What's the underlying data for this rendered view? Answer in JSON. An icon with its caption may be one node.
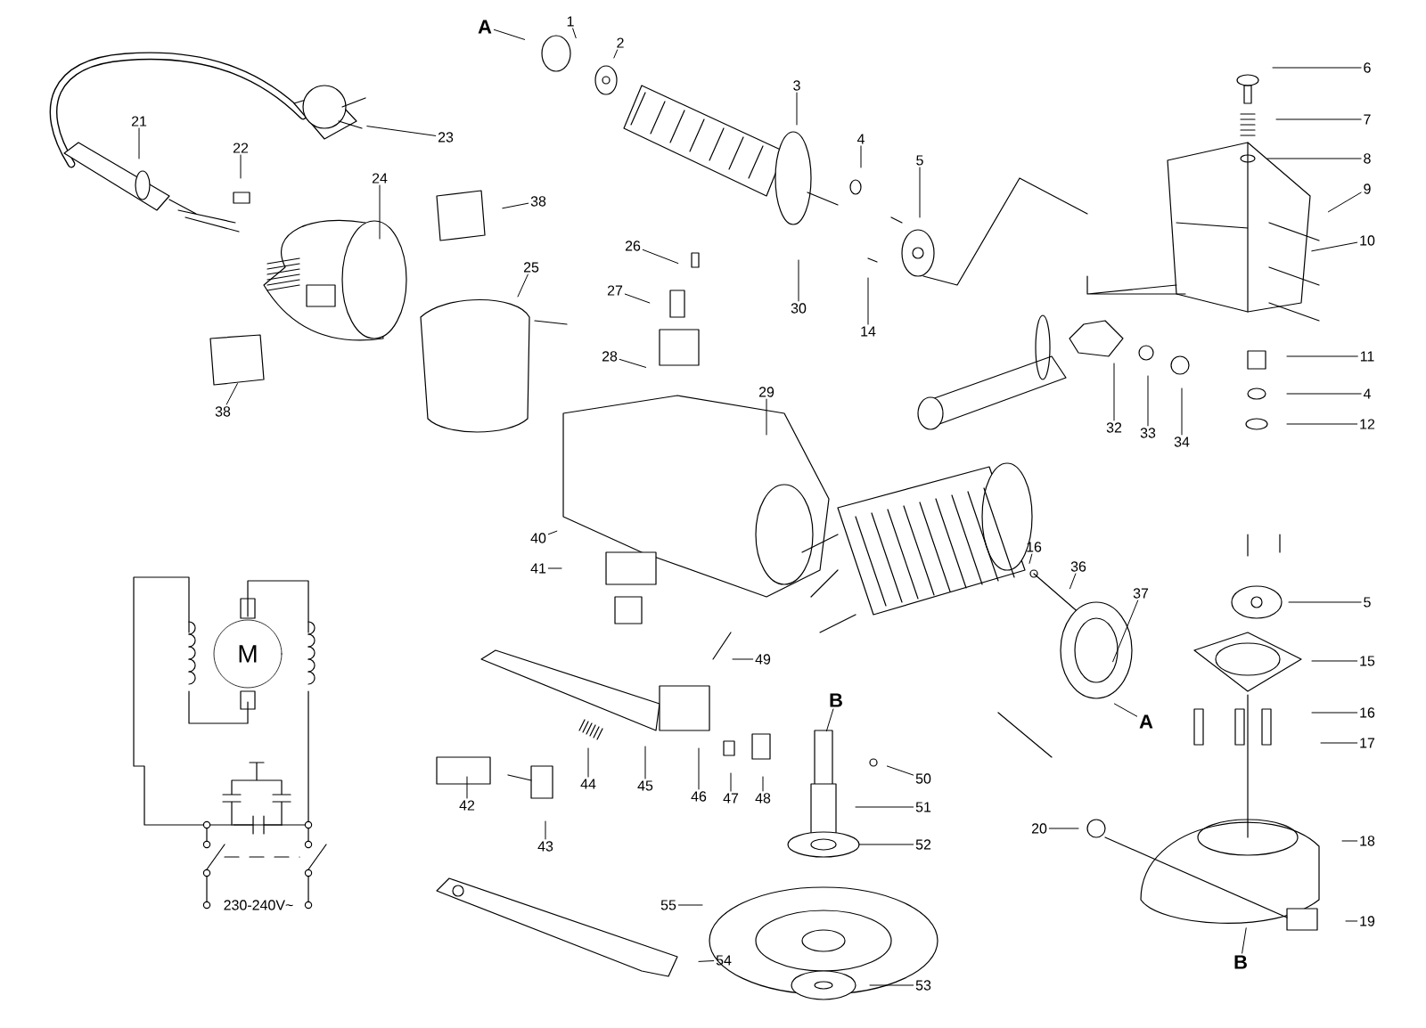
{
  "diagram": {
    "nodes": [
      {
        "text": [
          "M"
        ]
      },
      {
        "text": [
          "A"
        ]
      },
      {
        "text": [
          "1"
        ]
      },
      {
        "text": [
          "2"
        ]
      },
      {
        "text": [
          "3"
        ]
      },
      {
        "text": [
          "4"
        ]
      },
      {
        "text": [
          "5"
        ]
      },
      {
        "text": [
          "30"
        ]
      },
      {
        "text": [
          "14"
        ]
      },
      {
        "text": [
          "6"
        ]
      },
      {
        "text": [
          "7"
        ]
      },
      {
        "text": [
          "8"
        ]
      },
      {
        "text": [
          "9"
        ]
      },
      {
        "text": [
          "10"
        ]
      },
      {
        "text": [
          "11"
        ]
      },
      {
        "text": [
          "4"
        ]
      },
      {
        "text": [
          "12"
        ]
      },
      {
        "text": [
          "21"
        ]
      },
      {
        "text": [
          "22"
        ]
      },
      {
        "text": [
          "23"
        ]
      },
      {
        "text": [
          "24"
        ]
      },
      {
        "text": [
          "38"
        ]
      },
      {
        "text": [
          "25"
        ]
      },
      {
        "text": [
          "26"
        ]
      },
      {
        "text": [
          "27"
        ]
      },
      {
        "text": [
          "28"
        ]
      },
      {
        "text": [
          "38"
        ]
      },
      {
        "text": [
          "29"
        ]
      },
      {
        "text": [
          "32"
        ]
      },
      {
        "text": [
          "33"
        ]
      },
      {
        "text": [
          "34"
        ]
      },
      {
        "text": [
          "40"
        ]
      },
      {
        "text": [
          "41"
        ]
      },
      {
        "text": [
          "16"
        ]
      },
      {
        "text": [
          "36"
        ]
      },
      {
        "text": [
          "37"
        ]
      },
      {
        "text": [
          "5"
        ]
      },
      {
        "text": [
          "15"
        ]
      },
      {
        "text": [
          "16"
        ]
      },
      {
        "text": [
          "17"
        ]
      },
      {
        "text": [
          "49"
        ]
      },
      {
        "text": [
          "B"
        ]
      },
      {
        "text": [
          "50"
        ]
      },
      {
        "text": [
          "51"
        ]
      },
      {
        "text": [
          "A"
        ]
      },
      {
        "text": [
          "20"
        ]
      },
      {
        "text": [
          "18"
        ]
      },
      {
        "text": [
          "42"
        ]
      },
      {
        "text": [
          "44"
        ]
      },
      {
        "text": [
          "45"
        ]
      },
      {
        "text": [
          "46"
        ]
      },
      {
        "text": [
          "47"
        ]
      },
      {
        "text": [
          "48"
        ]
      },
      {
        "text": [
          "43"
        ]
      },
      {
        "text": [
          "52"
        ]
      },
      {
        "text": [
          "19"
        ]
      },
      {
        "text": [
          "55"
        ]
      },
      {
        "text": [
          "54"
        ]
      },
      {
        "text": [
          "B"
        ]
      },
      {
        "text": [
          "53"
        ]
      }
    ],
    "edges": [
      {
        "from": 1,
        "to": null,
        "arrow": "none"
      },
      {
        "from": 2,
        "to": null,
        "arrow": "none"
      },
      {
        "from": 3,
        "to": null,
        "arrow": "none"
      },
      {
        "from": 4,
        "to": null,
        "arrow": "none"
      },
      {
        "from": 5,
        "to": null,
        "arrow": "none"
      },
      {
        "from": 6,
        "to": null,
        "arrow": "none"
      },
      {
        "from": 7,
        "to": null,
        "arrow": "none"
      },
      {
        "from": 8,
        "to": null,
        "arrow": "none"
      },
      {
        "from": 9,
        "to": null,
        "arrow": "none"
      },
      {
        "from": 10,
        "to": null,
        "arrow": "none"
      },
      {
        "from": 11,
        "to": null,
        "arrow": "none"
      },
      {
        "from": 12,
        "to": null,
        "arrow": "none"
      },
      {
        "from": 13,
        "to": null,
        "arrow": "none"
      },
      {
        "from": 14,
        "to": null,
        "arrow": "none"
      },
      {
        "from": 15,
        "to": null,
        "arrow": "none"
      },
      {
        "from": 16,
        "to": null,
        "arrow": "none"
      },
      {
        "from": 17,
        "to": null,
        "arrow": "none"
      },
      {
        "from": 18,
        "to": null,
        "arrow": "none"
      },
      {
        "from": 19,
        "to": null,
        "arrow": "none"
      },
      {
        "from": 20,
        "to": null,
        "arrow": "none"
      },
      {
        "from": 21,
        "to": null,
        "arrow": "none"
      },
      {
        "from": 22,
        "to": null,
        "arrow": "none"
      },
      {
        "from": 23,
        "to": null,
        "arrow": "none"
      },
      {
        "from": 24,
        "to": null,
        "arrow": "none"
      },
      {
        "from": 25,
        "to": null,
        "arrow": "none"
      },
      {
        "from": 26,
        "to": null,
        "arrow": "none"
      },
      {
        "from": 27,
        "to": null,
        "arrow": "none"
      },
      {
        "from": 28,
        "to": null,
        "arrow": "none"
      },
      {
        "from": 29,
        "to": null,
        "arrow": "none"
      },
      {
        "from": 30,
        "to": null,
        "arrow": "none"
      },
      {
        "from": 31,
        "to": null,
        "arrow": "none"
      },
      {
        "from": 32,
        "to": null,
        "arrow": "none"
      },
      {
        "from": 33,
        "to": null,
        "arrow": "none"
      },
      {
        "from": 34,
        "to": null,
        "arrow": "none"
      },
      {
        "from": 35,
        "to": null,
        "arrow": "none"
      },
      {
        "from": 36,
        "to": null,
        "arrow": "none"
      },
      {
        "from": 37,
        "to": null,
        "arrow": "none"
      },
      {
        "from": 38,
        "to": null,
        "arrow": "none"
      },
      {
        "from": 39,
        "to": null,
        "arrow": "none"
      },
      {
        "from": 40,
        "to": null,
        "arrow": "none"
      },
      {
        "from": 41,
        "to": null,
        "arrow": "none"
      },
      {
        "from": 42,
        "to": null,
        "arrow": "none"
      },
      {
        "from": 43,
        "to": null,
        "arrow": "none"
      },
      {
        "from": 44,
        "to": null,
        "arrow": "none"
      },
      {
        "from": 45,
        "to": null,
        "arrow": "none"
      },
      {
        "from": 46,
        "to": null,
        "arrow": "none"
      },
      {
        "from": 47,
        "to": null,
        "arrow": "none"
      },
      {
        "from": 48,
        "to": null,
        "arrow": "none"
      },
      {
        "from": 49,
        "to": null,
        "arrow": "none"
      },
      {
        "from": 50,
        "to": null,
        "arrow": "none"
      },
      {
        "from": 51,
        "to": null,
        "arrow": "none"
      },
      {
        "from": 52,
        "to": null,
        "arrow": "none"
      },
      {
        "from": 53,
        "to": null,
        "arrow": "none"
      },
      {
        "from": 54,
        "to": null,
        "arrow": "none"
      },
      {
        "from": 55,
        "to": null,
        "arrow": "none"
      },
      {
        "from": 56,
        "to": null,
        "arrow": "none"
      },
      {
        "from": 57,
        "to": null,
        "arrow": "none"
      },
      {
        "from": 58,
        "to": null,
        "arrow": "none"
      },
      {
        "from": 59,
        "to": null,
        "arrow": "none"
      }
    ],
    "labels": [
      "230-240V~"
    ]
  }
}
